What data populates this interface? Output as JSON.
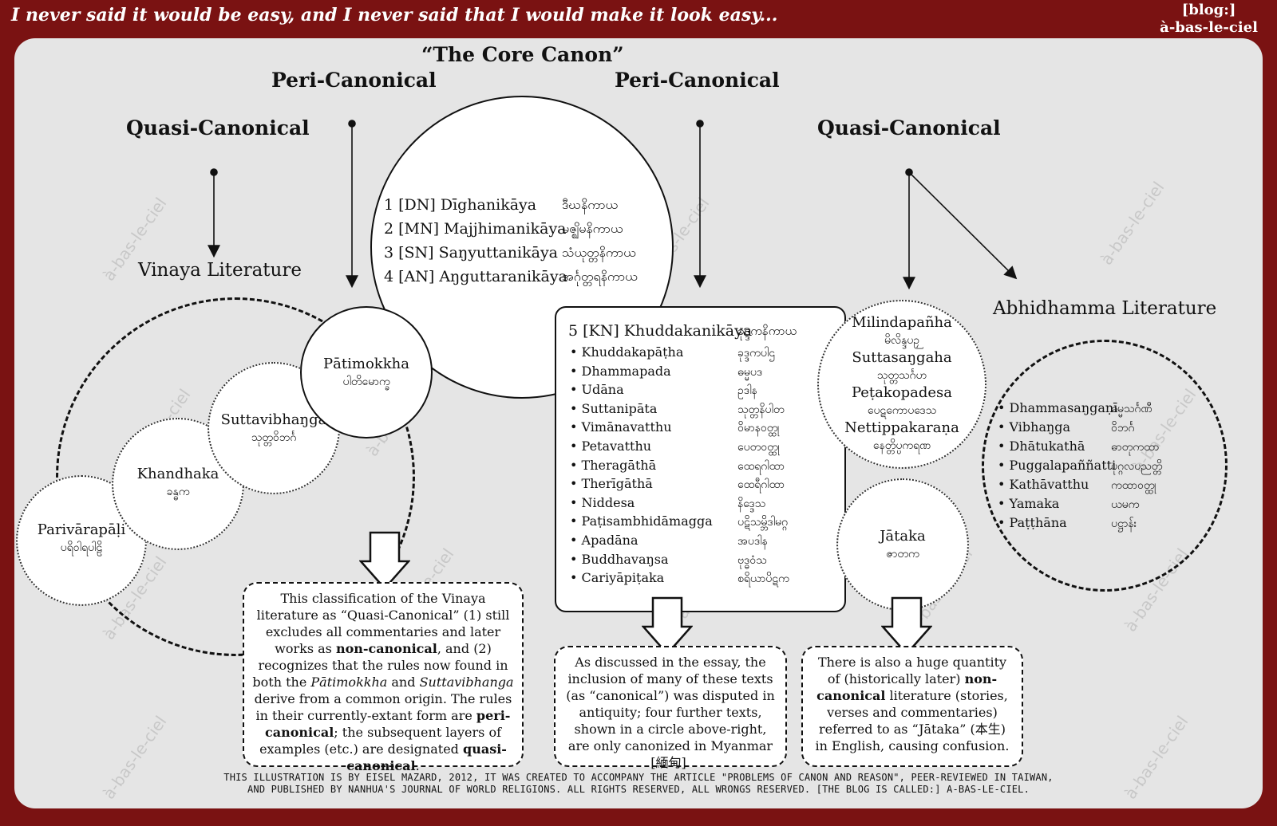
{
  "banner": "I never said it would be easy, and I never said that I would make it look easy...",
  "blog_tag": {
    "line1": "[blog:]",
    "line2": "à-bas-le-ciel"
  },
  "headings": {
    "core": "“The Core Canon”",
    "peri_left": "Peri-Canonical",
    "peri_right": "Peri-Canonical",
    "quasi_left": "Quasi-Canonical",
    "quasi_right": "Quasi-Canonical",
    "vinaya": "Vinaya Literature",
    "abhidhamma": "Abhidhamma Literature"
  },
  "core_canon": [
    {
      "label": "1 [DN] Dīghanikāya",
      "burmese": "ဒီဃနိကာယ"
    },
    {
      "label": "2 [MN] Majjhimanikāya",
      "burmese": "မဇ္ဈိမနိကာယ"
    },
    {
      "label": "3 [SN] Saŋyuttanikāya",
      "burmese": "သံယုတ္တနိကာယ"
    },
    {
      "label": "4 [AN] Aŋguttaranikāya",
      "burmese": "အင်္ဂုတ္တရနိကာယ"
    }
  ],
  "vinaya_circles": [
    {
      "name": "Pātimokkha",
      "burmese": "ပါတိမောက္ခ"
    },
    {
      "name": "Suttavibhaŋga",
      "burmese": "သုတ္တဝိဘင်္ဂ"
    },
    {
      "name": "Khandhaka",
      "burmese": "ခန္ဓက"
    },
    {
      "name": "Parivārapāḷi",
      "burmese": "ပရိဝါရပါဠိ"
    }
  ],
  "kn": {
    "title": "5 [KN] Khuddakanikāya",
    "title_burmese": "ခုဒ္ဒကနိကာယ",
    "items": [
      {
        "name": "Khuddakapāṭha",
        "burmese": "ခုဒ္ဒကပါဌ"
      },
      {
        "name": "Dhammapada",
        "burmese": "ဓမ္မပဒ"
      },
      {
        "name": "Udāna",
        "burmese": "ဥဒါန"
      },
      {
        "name": "Suttanipāta",
        "burmese": "သုတ္တနိပါတ"
      },
      {
        "name": "Vimānavatthu",
        "burmese": "ဝိမာနဝတ္ထု"
      },
      {
        "name": "Petavatthu",
        "burmese": "ပေတဝတ္ထု"
      },
      {
        "name": "Theragāthā",
        "burmese": "ထေရဂါထာ"
      },
      {
        "name": "Therīgāthā",
        "burmese": "ထေရီဂါထာ"
      },
      {
        "name": "Niddesa",
        "burmese": "နိဒ္ဒေသ"
      },
      {
        "name": "Paṭisambhidāmagga",
        "burmese": "ပဋိသမ္ဘိဒါမဂ္ဂ"
      },
      {
        "name": "Apadāna",
        "burmese": "အပဒါန"
      },
      {
        "name": "Buddhavaŋsa",
        "burmese": "ဗုဒ္ဓဝံသ"
      },
      {
        "name": "Cariyāpiṭaka",
        "burmese": "စရိယာပိဋက"
      }
    ]
  },
  "myanmar_circle": [
    {
      "name": "Milindapañha",
      "burmese": "မိလိန္ဒပဉှ"
    },
    {
      "name": "Suttasaŋgaha",
      "burmese": "သုတ္တသင်္ဂဟ"
    },
    {
      "name": "Peṭakopadesa",
      "burmese": "ပေဋကောပဒေသ"
    },
    {
      "name": "Nettippakaraṇa",
      "burmese": "နေတ္တိပ္ပကရဏ"
    }
  ],
  "jataka": {
    "name": "Jātaka",
    "burmese": "ဇာတက"
  },
  "abhidhamma": [
    {
      "name": "Dhammasaŋgaṇī",
      "burmese": "ဓမ္မသင်္ဂဏီ"
    },
    {
      "name": "Vibhaŋga",
      "burmese": "ဝိဘင်္ဂ"
    },
    {
      "name": "Dhātukathā",
      "burmese": "ဓာတုကထာ"
    },
    {
      "name": "Puggalapaññatti",
      "burmese": "ပုဂ္ဂလပညတ္တိ"
    },
    {
      "name": "Kathāvatthu",
      "burmese": "ကထာဝတ္ထု"
    },
    {
      "name": "Yamaka",
      "burmese": "ယမက"
    },
    {
      "name": "Paṭṭhāna",
      "burmese": "ပဋ္ဌာန်း"
    }
  ],
  "notes": {
    "vinaya": {
      "t1": "This classification of the Vinaya literature as “Quasi-Canonical” (1) still excludes all commentaries and later works as ",
      "b1": "non-canonical",
      "t2": ", and (2) recognizes that the rules now found in both the ",
      "i1": "Pātimokkha",
      "t3": " and ",
      "i2": "Suttavibhanga",
      "t4": " derive from a common origin. The rules in their currently-extant form are ",
      "b2": "peri-canonical",
      "t5": "; the subsequent layers of examples (etc.) are designated ",
      "b3": "quasi-canonical",
      "t6": "."
    },
    "kn": "As discussed in the essay, the inclusion of many of these texts (as “canonical”) was disputed in antiquity; four further texts, shown in a circle above-right, are only canonized in Myanmar [緬甸].",
    "jataka": {
      "t1": "There is also a huge quantity of (historically later) ",
      "b1": "non-canonical",
      "t2": " literature (stories, verses and commentaries) referred to as “Jātaka” (本生) in English, causing confusion."
    }
  },
  "footer": {
    "line1": "THIS ILLUSTRATION IS BY EISEL MAZARD, 2012, IT WAS CREATED TO ACCOMPANY THE ARTICLE \"PROBLEMS OF CANON AND REASON\", PEER-REVIEWED IN TAIWAN,",
    "line2": "AND PUBLISHED BY NANHUA'S JOURNAL OF WORLD RELIGIONS.  ALL RIGHTS RESERVED, ALL WRONGS RESERVED.  [THE BLOG IS CALLED:] A-BAS-LE-CIEL."
  },
  "watermark": "à-bas-le-ciel",
  "colors": {
    "frame": "#7a1212",
    "panel": "#e5e5e5",
    "ink": "#111111"
  }
}
